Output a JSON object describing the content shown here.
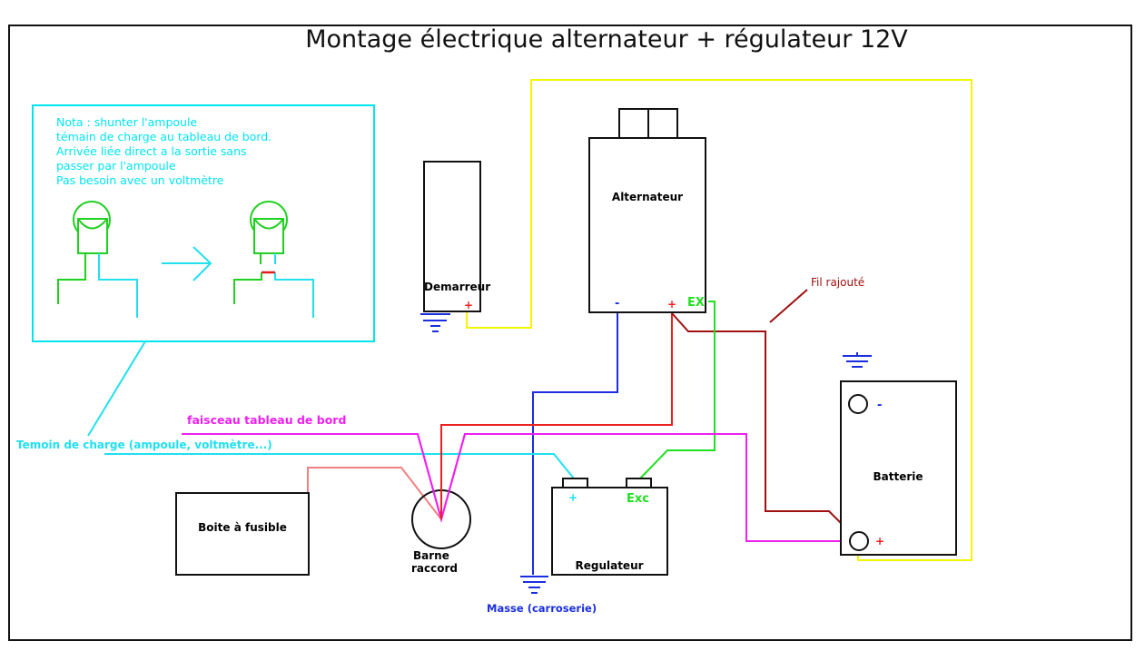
{
  "title": "Montage électrique alternateur + régulateur 12V",
  "note": {
    "lines": [
      "Nota : shunter l'ampoule",
      "témain de charge au tableau de bord.",
      "Arrivée liée direct a la sortie sans",
      "passer par l'ampoule",
      "Pas besoin avec un voltmètre"
    ]
  },
  "components": {
    "demarreur": {
      "label": "Demarreur",
      "plus": "+"
    },
    "alternateur": {
      "label": "Alternateur",
      "minus": "-",
      "plus": "+",
      "ex": "EX"
    },
    "batterie": {
      "label": "Batterie",
      "minus": "-",
      "plus": "+"
    },
    "regulateur": {
      "label": "Regulateur",
      "plus": "+",
      "exc": "Exc"
    },
    "boite_fusible": {
      "label": "Boite à fusible"
    },
    "borne": {
      "label_line1": "Barne",
      "label_line2": "raccord"
    }
  },
  "annotations": {
    "fil_rajoute": "Fil rajouté",
    "faisceau": "faisceau tableau de bord",
    "temoin": "Temoin de charge (ampoule, voltmètre...)",
    "masse": "Masse (carroserie)"
  },
  "colors": {
    "frame": "#111111",
    "note": "#00e5f0",
    "yellow_wire": "#f5f500",
    "blue_wire": "#1a2ee0",
    "red_wire": "#ee2020",
    "dark_red_wire": "#a01010",
    "green_wire": "#20e020",
    "magenta_wire": "#ee20ee",
    "cyan_wire": "#20e0f0",
    "pink_wire": "#f08080",
    "ground": "#1a2ee0"
  }
}
